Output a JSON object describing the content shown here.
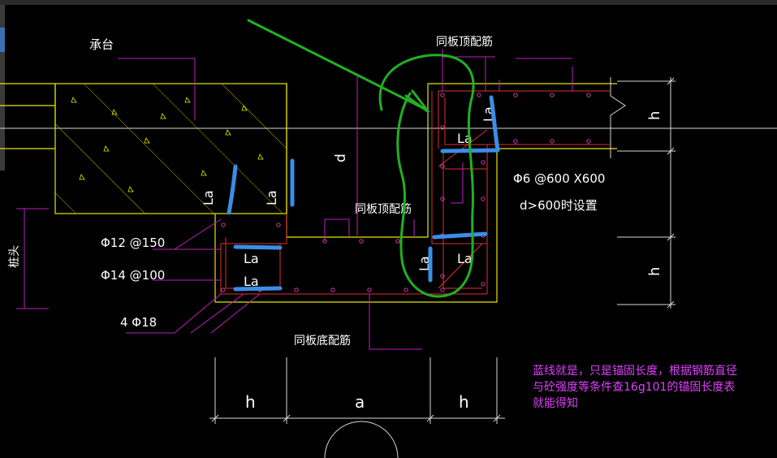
{
  "labels": {
    "chengtai": "承台",
    "top_bar_1": "同板顶配筋",
    "top_bar_2": "同板顶配筋",
    "bottom_bar": "同板底配筋",
    "phi6": "Φ6 @600 X600",
    "d_cond": "d>600时设置",
    "phi12": "Φ12 @150",
    "phi14": "Φ14 @100",
    "four_phi18": "4 Φ18",
    "zhuangtou": "桩头",
    "la": "La",
    "d": "d",
    "h": "h",
    "a": "a"
  },
  "note": {
    "line1": "蓝线就是，只是锚固长度，根据钢筋直径",
    "line2": "与砼强度等条件查16g101的锚固长度表",
    "line3": "就能得知"
  },
  "colors": {
    "background": "#000000",
    "slab_outline": "#e6e600",
    "rebar_red": "#e03030",
    "leader_magenta": "#c020c0",
    "dim_white": "#d8d8d8",
    "annotation_blue": "#3a8ee6",
    "annotation_green": "#22b022",
    "note_text": "#e040ff"
  }
}
